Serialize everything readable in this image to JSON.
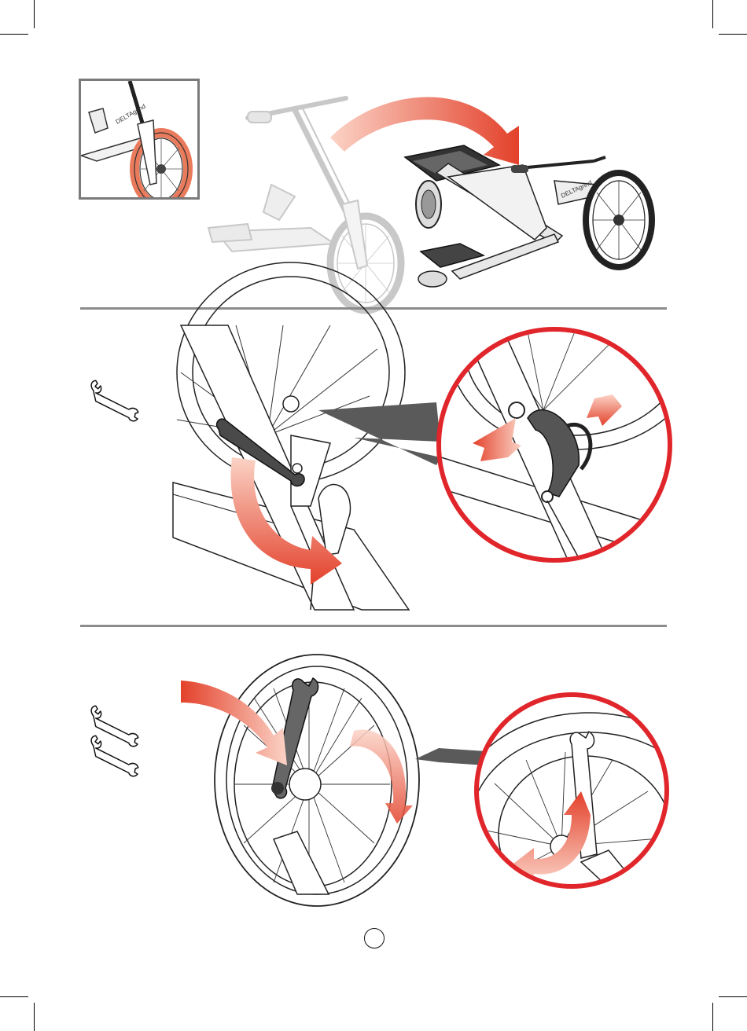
{
  "page": {
    "brand_text": "DELTAgrind",
    "page_number": "",
    "sections": [
      {
        "id": "step-fold",
        "tools": []
      },
      {
        "id": "step-brake",
        "tools": [
          "wrench"
        ]
      },
      {
        "id": "step-wheel",
        "tools": [
          "wrench",
          "wrench"
        ]
      }
    ]
  },
  "colors": {
    "highlight_circle": "#e0262b",
    "arrow_start": "#fbd0c2",
    "arrow_end": "#e4452e",
    "tire_highlight": "#e97a5b",
    "rule": "#8c8c8c",
    "part_gray": "#5a5a5a"
  },
  "icons": [
    "wrench-icon",
    "curved-arrow-icon",
    "scooter-illustration",
    "magnifier-circle"
  ]
}
